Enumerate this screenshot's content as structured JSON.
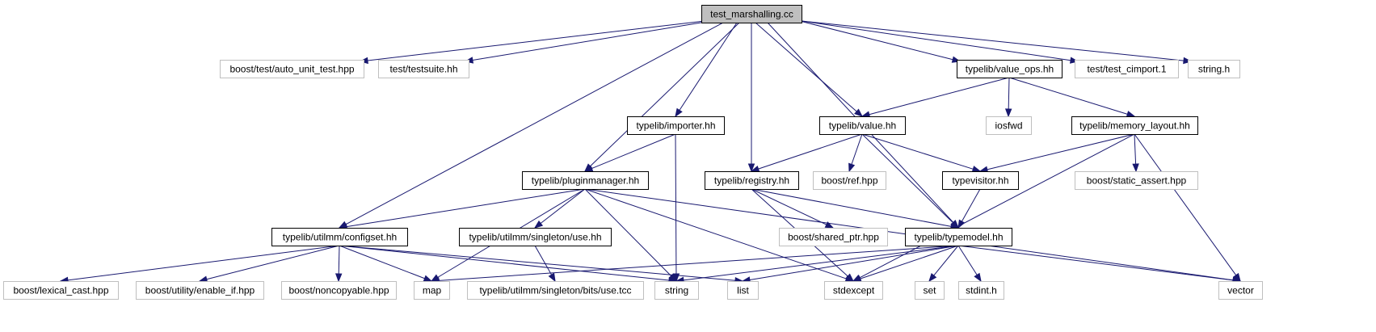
{
  "colors": {
    "edge": "#191970",
    "root_fill": "#bfbfbf",
    "documented_border": "#000000",
    "undocumented_border": "#bfbfbf",
    "node_fill": "#ffffff"
  },
  "nodes": [
    {
      "id": "test-marshalling",
      "label": "test_marshalling.cc",
      "kind": "root"
    },
    {
      "id": "auto-unit-test",
      "label": "boost/test/auto_unit_test.hpp",
      "kind": "external"
    },
    {
      "id": "testsuite",
      "label": "test/testsuite.hh",
      "kind": "external"
    },
    {
      "id": "value-ops",
      "label": "typelib/value_ops.hh",
      "kind": "documented"
    },
    {
      "id": "test-cimport",
      "label": "test/test_cimport.1",
      "kind": "external"
    },
    {
      "id": "string-h",
      "label": "string.h",
      "kind": "external"
    },
    {
      "id": "importer",
      "label": "typelib/importer.hh",
      "kind": "documented"
    },
    {
      "id": "value",
      "label": "typelib/value.hh",
      "kind": "documented"
    },
    {
      "id": "iosfwd",
      "label": "iosfwd",
      "kind": "external"
    },
    {
      "id": "memory-layout",
      "label": "typelib/memory_layout.hh",
      "kind": "documented"
    },
    {
      "id": "pluginmanager",
      "label": "typelib/pluginmanager.hh",
      "kind": "documented"
    },
    {
      "id": "registry",
      "label": "typelib/registry.hh",
      "kind": "documented"
    },
    {
      "id": "boost-ref",
      "label": "boost/ref.hpp",
      "kind": "external"
    },
    {
      "id": "typevisitor",
      "label": "typevisitor.hh",
      "kind": "documented"
    },
    {
      "id": "static-assert",
      "label": "boost/static_assert.hpp",
      "kind": "external"
    },
    {
      "id": "configset",
      "label": "typelib/utilmm/configset.hh",
      "kind": "documented"
    },
    {
      "id": "singleton-use",
      "label": "typelib/utilmm/singleton/use.hh",
      "kind": "documented"
    },
    {
      "id": "shared-ptr",
      "label": "boost/shared_ptr.hpp",
      "kind": "external"
    },
    {
      "id": "typemodel",
      "label": "typelib/typemodel.hh",
      "kind": "documented"
    },
    {
      "id": "lexical-cast",
      "label": "boost/lexical_cast.hpp",
      "kind": "external"
    },
    {
      "id": "enable-if",
      "label": "boost/utility/enable_if.hpp",
      "kind": "external"
    },
    {
      "id": "noncopyable",
      "label": "boost/noncopyable.hpp",
      "kind": "external"
    },
    {
      "id": "map",
      "label": "map",
      "kind": "external"
    },
    {
      "id": "use-tcc",
      "label": "typelib/utilmm/singleton/bits/use.tcc",
      "kind": "external"
    },
    {
      "id": "string",
      "label": "string",
      "kind": "external"
    },
    {
      "id": "list",
      "label": "list",
      "kind": "external"
    },
    {
      "id": "stdexcept",
      "label": "stdexcept",
      "kind": "external"
    },
    {
      "id": "set",
      "label": "set",
      "kind": "external"
    },
    {
      "id": "stdint",
      "label": "stdint.h",
      "kind": "external"
    },
    {
      "id": "vector",
      "label": "vector",
      "kind": "external"
    }
  ],
  "edges": [
    [
      "test-marshalling",
      "auto-unit-test"
    ],
    [
      "test-marshalling",
      "testsuite"
    ],
    [
      "test-marshalling",
      "value-ops"
    ],
    [
      "test-marshalling",
      "test-cimport"
    ],
    [
      "test-marshalling",
      "string-h"
    ],
    [
      "test-marshalling",
      "importer"
    ],
    [
      "test-marshalling",
      "value"
    ],
    [
      "test-marshalling",
      "pluginmanager"
    ],
    [
      "test-marshalling",
      "registry"
    ],
    [
      "test-marshalling",
      "configset"
    ],
    [
      "test-marshalling",
      "typemodel"
    ],
    [
      "value-ops",
      "value"
    ],
    [
      "value-ops",
      "iosfwd"
    ],
    [
      "value-ops",
      "memory-layout"
    ],
    [
      "importer",
      "pluginmanager"
    ],
    [
      "importer",
      "string"
    ],
    [
      "value",
      "registry"
    ],
    [
      "value",
      "boost-ref"
    ],
    [
      "value",
      "typevisitor"
    ],
    [
      "value",
      "typemodel"
    ],
    [
      "memory-layout",
      "typevisitor"
    ],
    [
      "memory-layout",
      "static-assert"
    ],
    [
      "memory-layout",
      "stdexcept"
    ],
    [
      "memory-layout",
      "vector"
    ],
    [
      "pluginmanager",
      "configset"
    ],
    [
      "pluginmanager",
      "singleton-use"
    ],
    [
      "pluginmanager",
      "map"
    ],
    [
      "pluginmanager",
      "string"
    ],
    [
      "pluginmanager",
      "stdexcept"
    ],
    [
      "pluginmanager",
      "vector"
    ],
    [
      "registry",
      "shared-ptr"
    ],
    [
      "registry",
      "typemodel"
    ],
    [
      "registry",
      "stdexcept"
    ],
    [
      "typevisitor",
      "typemodel"
    ],
    [
      "configset",
      "lexical-cast"
    ],
    [
      "configset",
      "enable-if"
    ],
    [
      "configset",
      "noncopyable"
    ],
    [
      "configset",
      "map"
    ],
    [
      "configset",
      "string"
    ],
    [
      "configset",
      "list"
    ],
    [
      "singleton-use",
      "use-tcc"
    ],
    [
      "typemodel",
      "map"
    ],
    [
      "typemodel",
      "string"
    ],
    [
      "typemodel",
      "list"
    ],
    [
      "typemodel",
      "stdexcept"
    ],
    [
      "typemodel",
      "set"
    ],
    [
      "typemodel",
      "stdint"
    ],
    [
      "typemodel",
      "vector"
    ]
  ]
}
